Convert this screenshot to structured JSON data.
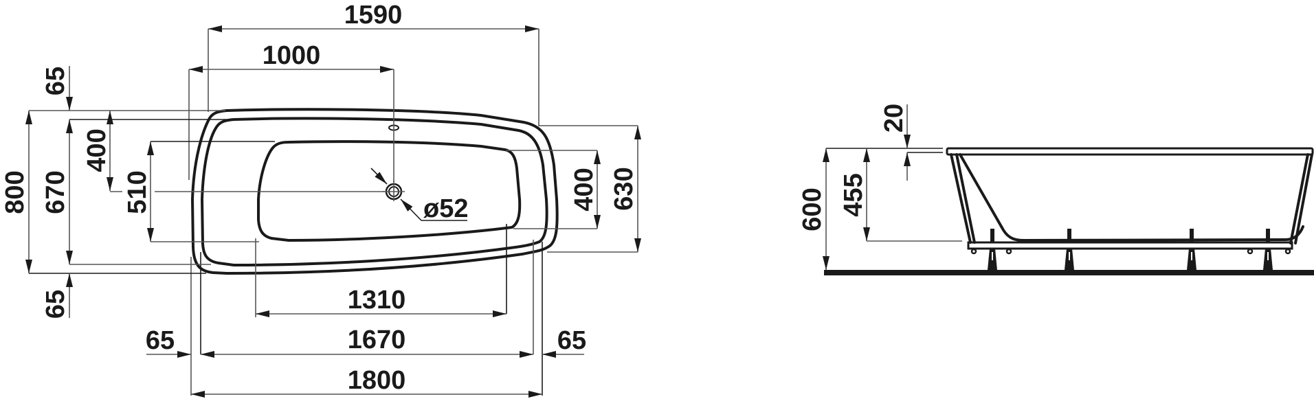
{
  "drawing": {
    "type": "bathtub technical drawing",
    "units": "mm",
    "colors": {
      "line": "#1a1a1a",
      "dimension_line": "#555555",
      "background": "#ffffff"
    }
  },
  "top_view": {
    "horizontal_dimensions": {
      "rim_top_length": "1590",
      "drain_offset": "1000",
      "inner_basin_length": "1310",
      "inner_length": "1670",
      "overall_length": "1800",
      "rim_left": "65",
      "rim_right": "65"
    },
    "vertical_dimensions": {
      "overall_width": "800",
      "inner_width": "670",
      "drain_to_top": "400",
      "basin_left_width": "510",
      "basin_right_width": "400",
      "right_end_width": "630",
      "rim_top": "65",
      "rim_bottom": "65"
    },
    "drain": {
      "diameter_label": "ø52"
    }
  },
  "side_view": {
    "dimensions": {
      "overall_height": "600",
      "inner_depth": "455",
      "rim_thickness": "20"
    }
  }
}
